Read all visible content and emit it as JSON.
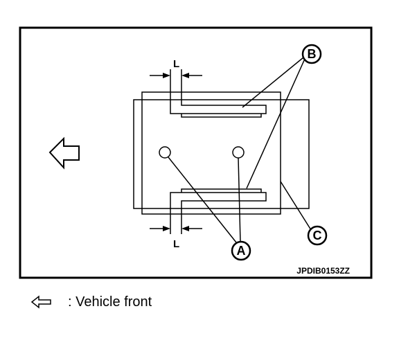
{
  "diagram": {
    "callouts": {
      "a": "A",
      "b": "B",
      "c": "C"
    },
    "dimension_label": "L",
    "figure_code": "JPDIB0153ZZ"
  },
  "legend": {
    "arrow_icon": "hollow-left-arrow-icon",
    "text": ": Vehicle front"
  }
}
